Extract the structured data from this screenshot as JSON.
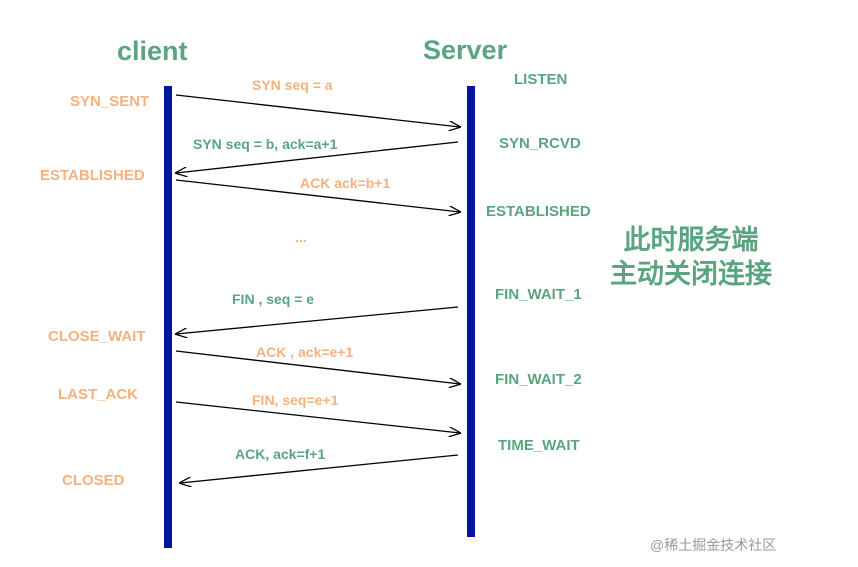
{
  "colors": {
    "lifeline": "#00169c",
    "arrow": "#000000",
    "orange_text": "#f4b17f",
    "green_text": "#5aa580",
    "watermark": "#9a9a9a"
  },
  "participants": {
    "client": "client",
    "server": "Server"
  },
  "client_states": [
    "SYN_SENT",
    "ESTABLISHED",
    "CLOSE_WAIT",
    "LAST_ACK",
    "CLOSED"
  ],
  "server_states": [
    "LISTEN",
    "SYN_RCVD",
    "ESTABLISHED",
    "FIN_WAIT_1",
    "FIN_WAIT_2",
    "TIME_WAIT"
  ],
  "messages": [
    {
      "label": "SYN  seq = a",
      "direction": "client-to-server",
      "color": "#f4b17f"
    },
    {
      "label": "SYN  seq = b, ack=a+1",
      "direction": "server-to-client",
      "color": "#5aa580"
    },
    {
      "label": "ACK ack=b+1",
      "direction": "client-to-server",
      "color": "#f4b17f"
    },
    {
      "label": "FIN , seq = e",
      "direction": "server-to-client",
      "color": "#5aa580"
    },
    {
      "label": "ACK , ack=e+1",
      "direction": "client-to-server",
      "color": "#f4b17f"
    },
    {
      "label": "FIN, seq=e+1",
      "direction": "client-to-server",
      "color": "#f4b17f"
    },
    {
      "label": "ACK, ack=f+1",
      "direction": "server-to-client",
      "color": "#5aa580"
    }
  ],
  "ellipsis": "...",
  "note": {
    "line1": "此时服务端",
    "line2": "主动关闭连接"
  },
  "watermark": "@稀土掘金技术社区"
}
